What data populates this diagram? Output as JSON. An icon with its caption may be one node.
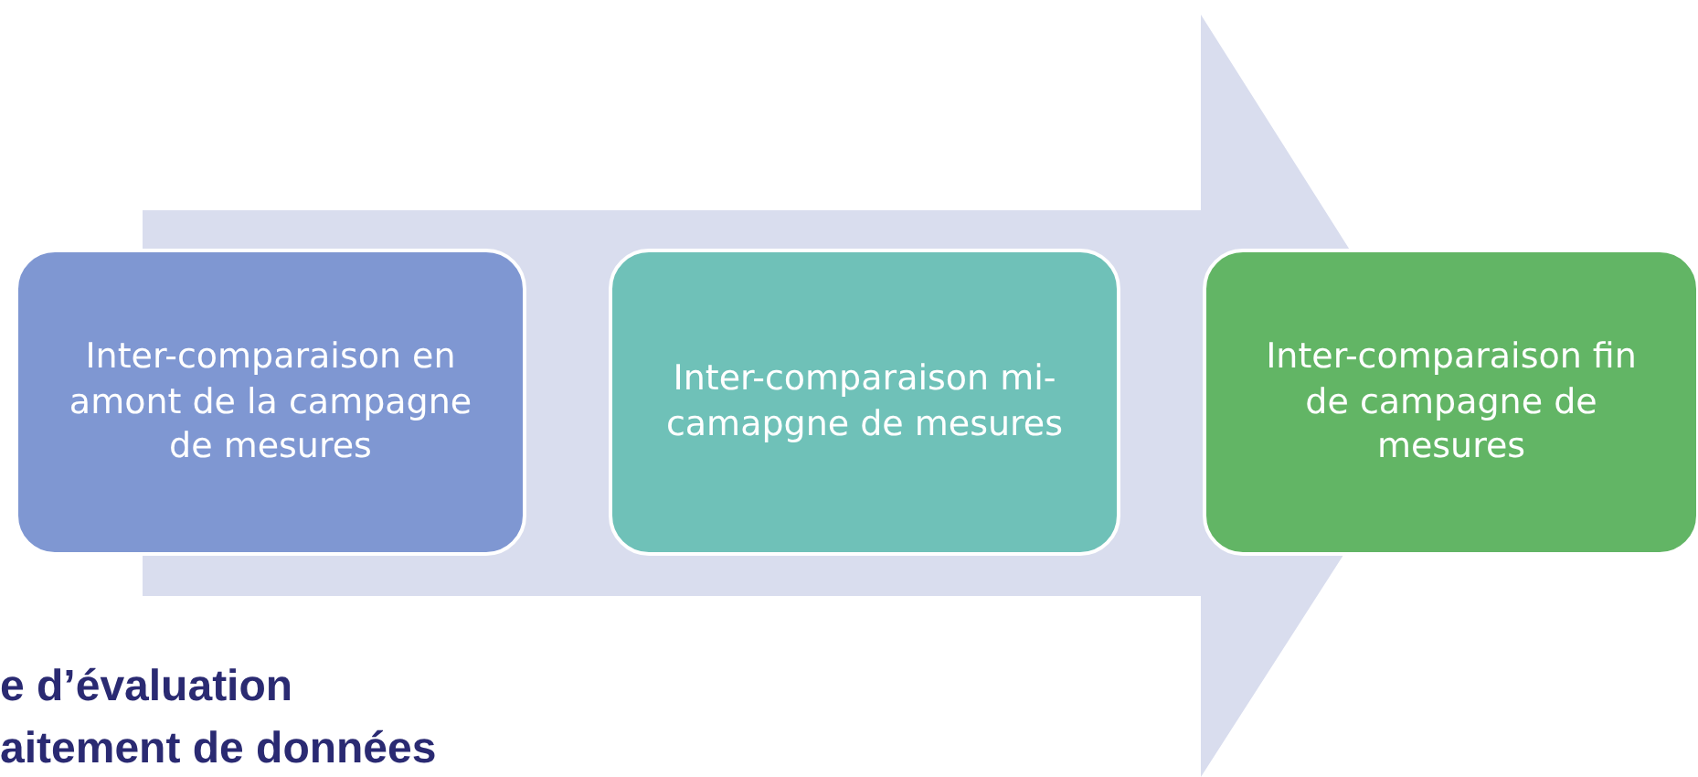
{
  "diagram": {
    "nodes": [
      {
        "text": [
          "Inter-comparaison en amont de la campagne de mesures"
        ]
      },
      {
        "text": [
          "Inter-comparaison mi-camapgne de mesures"
        ]
      },
      {
        "text": [
          "Inter-comparaison fin de campagne de mesures"
        ]
      }
    ],
    "edges": [
      {
        "from": 0,
        "to": 2,
        "arrow": "to"
      }
    ],
    "labels": [
      "e d’évaluation",
      "aitement de données"
    ]
  }
}
